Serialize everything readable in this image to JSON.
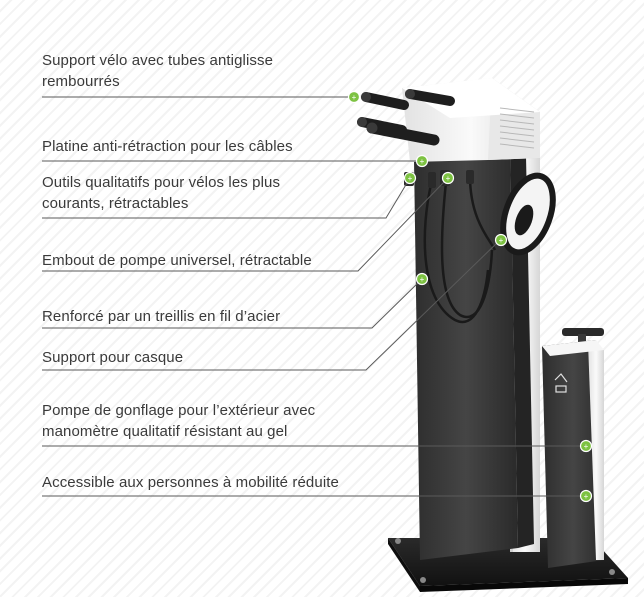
{
  "labels": [
    {
      "line1": "Support vélo avec tubes antiglisse",
      "line2": "rembourrés"
    },
    {
      "line1": "Platine anti-rétraction pour les câbles",
      "line2": ""
    },
    {
      "line1": "Outils qualitatifs pour vélos les plus",
      "line2": "courants, rétractables"
    },
    {
      "line1": "Embout de pompe universel, rétractable",
      "line2": ""
    },
    {
      "line1": "Renforcé par un treillis en fil d’acier",
      "line2": ""
    },
    {
      "line1": "Support pour casque",
      "line2": ""
    },
    {
      "line1": "Pompe de gonflage pour l’extérieur avec",
      "line2": "manomètre qualitatif résistant au gel"
    },
    {
      "line1": "Accessible aux personnes à mobilité réduite",
      "line2": ""
    }
  ],
  "colors": {
    "text": "#3a3a3a",
    "leader_line": "#5a5a5a",
    "marker_green": "#7dc242",
    "column_dark": "#3b3b3b",
    "housing_light": "#f2f2f2"
  }
}
